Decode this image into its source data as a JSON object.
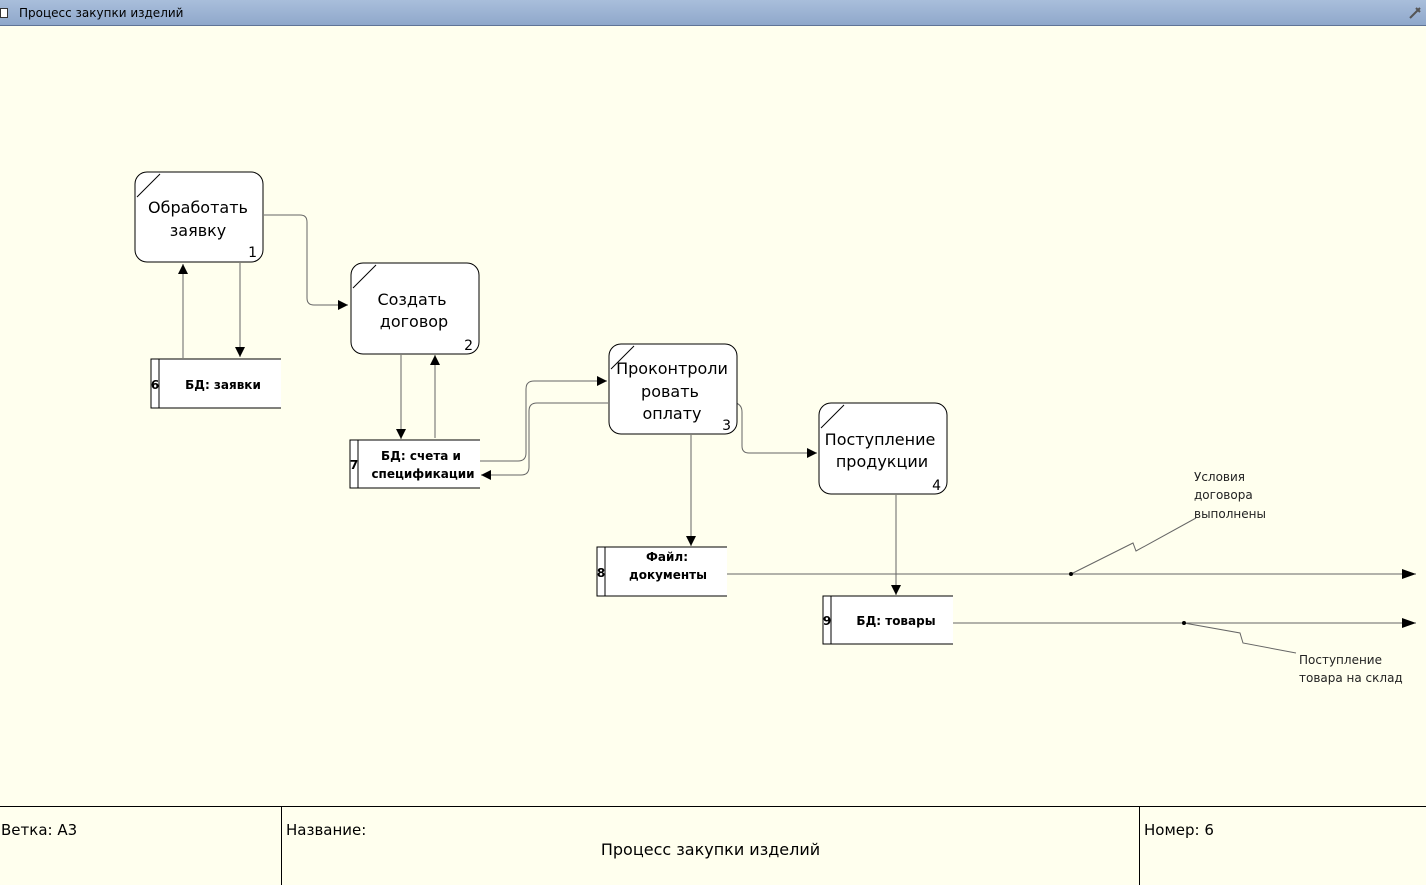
{
  "window": {
    "title": "Процесс закупки изделий"
  },
  "processes": [
    {
      "id": "p1",
      "lines": [
        "Обработать",
        "заявку"
      ],
      "number": "1"
    },
    {
      "id": "p2",
      "lines": [
        "Создать",
        "договор"
      ],
      "number": "2"
    },
    {
      "id": "p3",
      "lines": [
        "Проконтроли",
        "ровать",
        "оплату"
      ],
      "number": "3"
    },
    {
      "id": "p4",
      "lines": [
        "Поступление",
        "продукции"
      ],
      "number": "4"
    }
  ],
  "stores": [
    {
      "id": "s6",
      "number": "6",
      "lines": [
        "БД: заявки"
      ]
    },
    {
      "id": "s7",
      "number": "7",
      "lines": [
        "БД: счета и",
        "спецификации"
      ]
    },
    {
      "id": "s8",
      "number": "8",
      "lines": [
        "Файл:",
        "документы"
      ]
    },
    {
      "id": "s9",
      "number": "9",
      "lines": [
        "БД: товары"
      ]
    }
  ],
  "notes": [
    {
      "id": "n1",
      "lines": [
        "Условия",
        "договора",
        "выполнены"
      ]
    },
    {
      "id": "n2",
      "lines": [
        "Поступление",
        "товара на склад"
      ]
    }
  ],
  "footer": {
    "branch": "Ветка: А3",
    "name_label": "Название:",
    "name_value": "Процесс закупки изделий",
    "number": "Номер: 6"
  },
  "colors": {
    "background": "#ffffee",
    "titlebar": "#9fb5d6",
    "line": "#555555"
  }
}
